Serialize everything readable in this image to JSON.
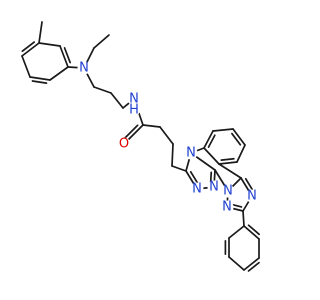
{
  "molecule": {
    "atom_labels": [
      {
        "id": "N_amine",
        "text": "N",
        "color": "#1f3fd0"
      },
      {
        "id": "N_amide",
        "text": "N",
        "color": "#1f3fd0",
        "hydrogen": "H"
      },
      {
        "id": "O_amide",
        "text": "O",
        "color": "#e00000"
      },
      {
        "id": "N_fused",
        "text": "N",
        "color": "#1f3fd0"
      },
      {
        "id": "N_ring_a",
        "text": "N",
        "color": "#1f3fd0"
      },
      {
        "id": "N_ring_b",
        "text": "N",
        "color": "#1f3fd0"
      },
      {
        "id": "N_bridge",
        "text": "N",
        "color": "#1f3fd0"
      },
      {
        "id": "N_ring_c",
        "text": "N",
        "color": "#1f3fd0"
      },
      {
        "id": "N_ring_d",
        "text": "N",
        "color": "#1f3fd0"
      }
    ],
    "bond_color": "#1a1a1a"
  }
}
